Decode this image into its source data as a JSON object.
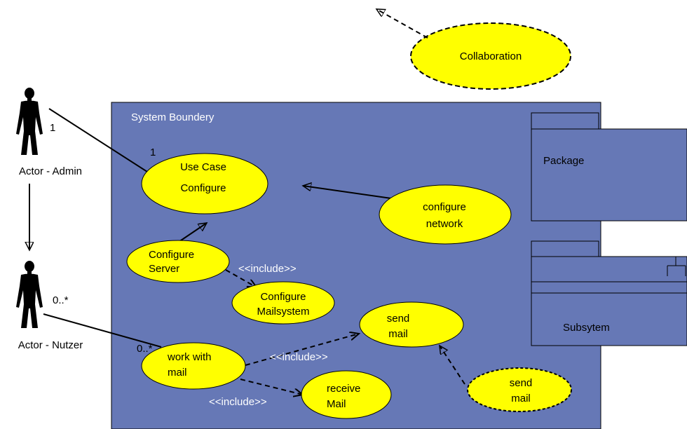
{
  "colors": {
    "boundary_fill": "#6678b6",
    "use_case_fill": "#ffff00",
    "line": "#000000",
    "page_background": "#ffffff"
  },
  "boundary": {
    "label": "System Boundery"
  },
  "actors": [
    {
      "id": "admin",
      "label": "Actor - Admin",
      "icon": "person-icon"
    },
    {
      "id": "nutzer",
      "label": "Actor - Nutzer",
      "icon": "person-icon"
    }
  ],
  "multiplicities": {
    "admin_side": "1",
    "use_case_side": "1",
    "nutzer_side": "0..*",
    "work_side": "0..*"
  },
  "use_cases": {
    "configure": {
      "line1": "Use Case",
      "line2": "Configure"
    },
    "configure_network": {
      "line1": "configure",
      "line2": "network"
    },
    "configure_server": {
      "line1": "Configure",
      "line2": "Server"
    },
    "configure_mailsystem": {
      "line1": "Configure",
      "line2": "Mailsystem"
    },
    "send_mail": {
      "line1": "send",
      "line2": "mail"
    },
    "work_with_mail": {
      "line1": "work with",
      "line2": "mail"
    },
    "receive_mail": {
      "line1": "receive",
      "line2": "Mail"
    },
    "send_mail_dashed": {
      "line1": "send",
      "line2": "mail"
    }
  },
  "collaboration": {
    "label": "Collaboration"
  },
  "include_labels": {
    "server_to_mailsystem": "<<include>>",
    "work_to_send": "<<include>>",
    "work_to_receive": "<<include>>"
  },
  "package": {
    "label": "Package"
  },
  "subsystem": {
    "label": "Subsytem"
  }
}
